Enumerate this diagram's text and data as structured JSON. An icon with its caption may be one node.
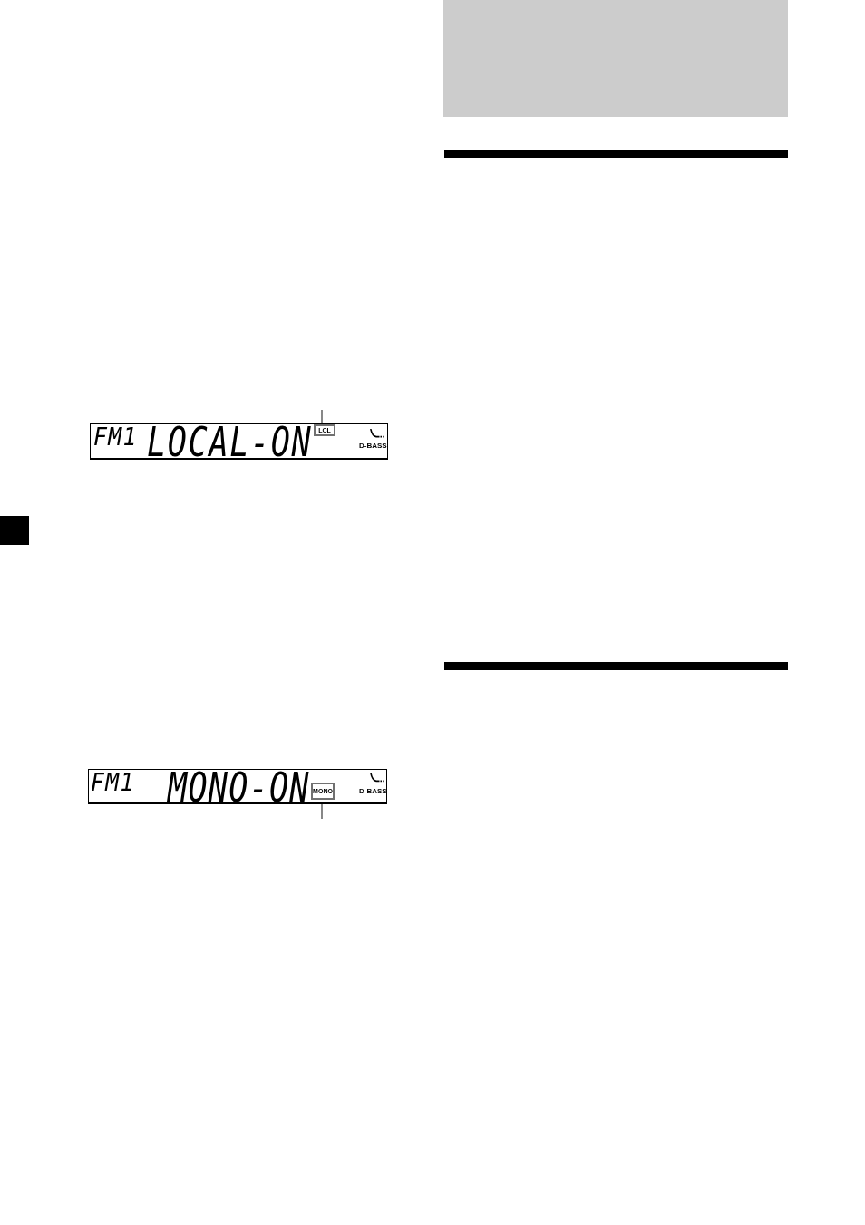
{
  "diagram": {
    "nodes": [
      {
        "text": [
          "FM1",
          "LOCAL-ON",
          "D-BASS"
        ]
      },
      {
        "text": [
          "LCL"
        ],
        "in": 0
      },
      {
        "text": [
          "FM1",
          "MONO-ON",
          "D-BASS"
        ]
      },
      {
        "text": [
          "MONO"
        ],
        "in": 2
      }
    ],
    "edges": [
      {
        "from": null,
        "to": 1,
        "arrow": "none"
      },
      {
        "from": null,
        "to": 3,
        "arrow": "none"
      }
    ]
  }
}
